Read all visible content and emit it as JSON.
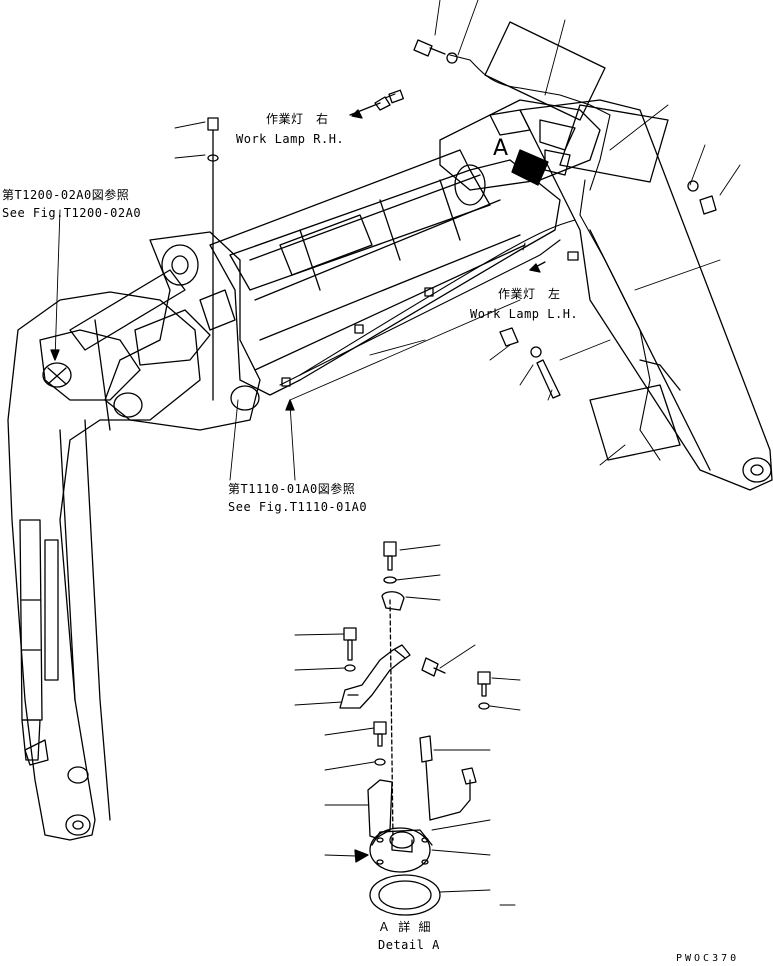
{
  "labels": {
    "work_lamp_rh_jp": "作業灯　右",
    "work_lamp_rh_en": "Work Lamp R.H.",
    "work_lamp_lh_jp": "作業灯　左",
    "work_lamp_lh_en": "Work Lamp L.H.",
    "ref_t1200_jp": "第T1200-02A0図参照",
    "ref_t1200_en": "See Fig.T1200-02A0",
    "ref_t1110_jp": "第T1110-01A0図参照",
    "ref_t1110_en": "See Fig.T1110-01A0",
    "detail_jp": "Ａ 詳 細",
    "detail_en": "Detail A",
    "view_mark": "A",
    "drawing_code": "PWOC370"
  }
}
